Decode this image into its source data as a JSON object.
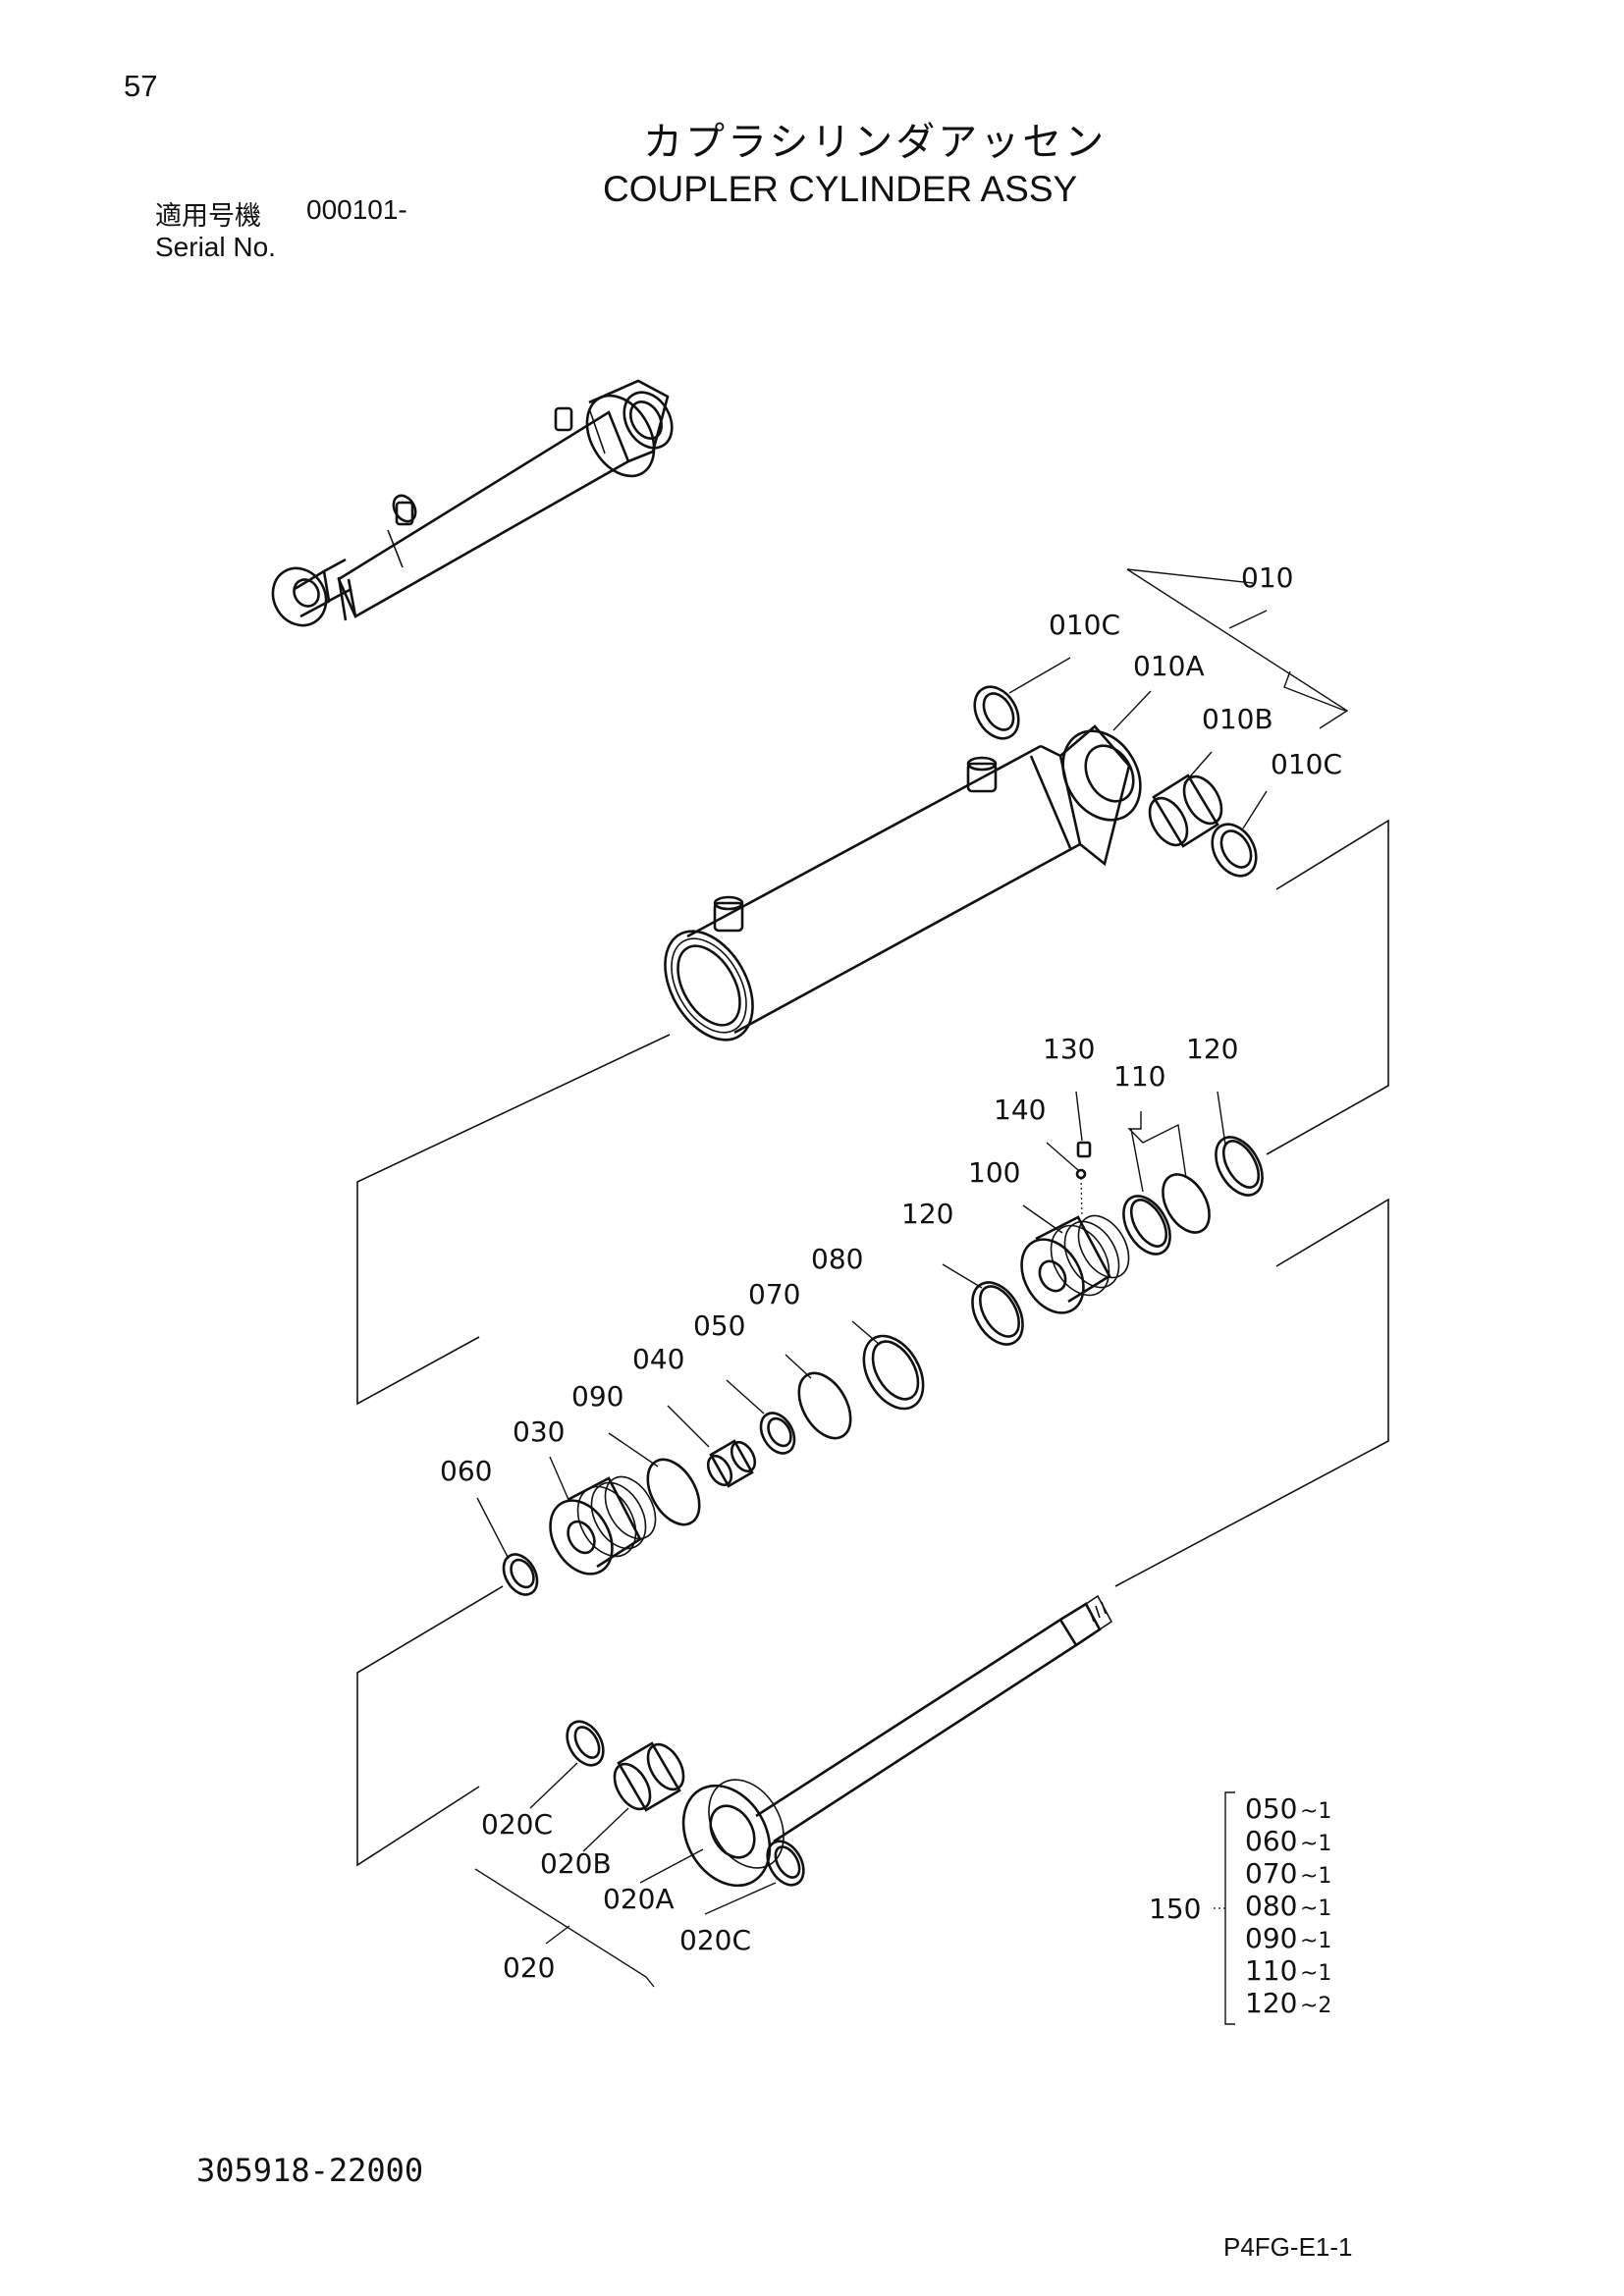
{
  "page": {
    "number": "57",
    "title_ja": "カプラシリンダアッセン",
    "title_en": "COUPLER CYLINDER ASSY",
    "serial_label_ja": "適用号機",
    "serial_value": "000101-",
    "serial_label_en": "Serial No.",
    "drawing_number": "305918-22000",
    "sheet_code": "P4FG-E1-1"
  },
  "callouts": {
    "c010": "010",
    "c010c_top": "010C",
    "c010a": "010A",
    "c010b": "010B",
    "c010c_right": "010C",
    "c130": "130",
    "c120_top": "120",
    "c110": "110",
    "c140": "140",
    "c100": "100",
    "c120_mid": "120",
    "c080": "080",
    "c070": "070",
    "c050": "050",
    "c040": "040",
    "c090": "090",
    "c030": "030",
    "c060": "060",
    "c020c_left": "020C",
    "c020b": "020B",
    "c020a": "020A",
    "c020": "020",
    "c020c_right": "020C"
  },
  "kit": {
    "number": "150",
    "items": [
      {
        "part": "050",
        "qty": "~1"
      },
      {
        "part": "060",
        "qty": "~1"
      },
      {
        "part": "070",
        "qty": "~1"
      },
      {
        "part": "080",
        "qty": "~1"
      },
      {
        "part": "090",
        "qty": "~1"
      },
      {
        "part": "110",
        "qty": "~1"
      },
      {
        "part": "120",
        "qty": "~2"
      }
    ]
  }
}
